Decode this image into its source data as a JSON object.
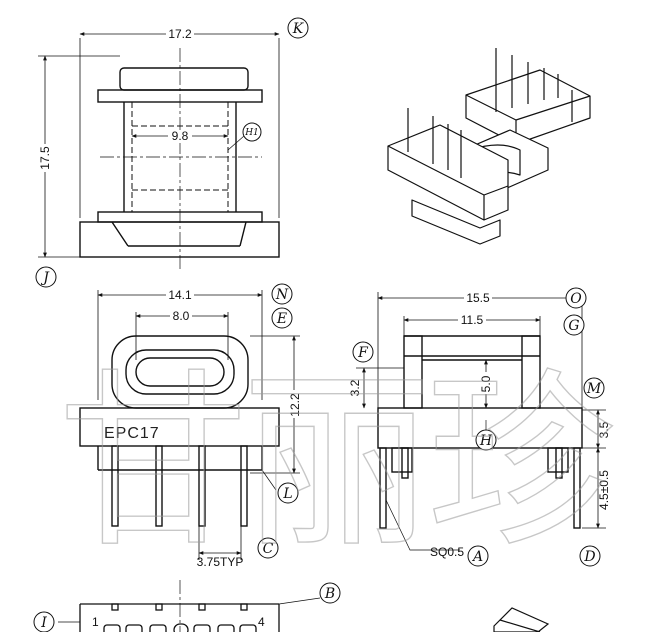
{
  "dimensions": {
    "top_width": "17.2",
    "top_height": "17.5",
    "core_width": "9.8",
    "front_width": "14.1",
    "front_inner": "8.0",
    "front_height": "12.2",
    "pin_pitch": "3.75TYP",
    "side_width": "15.5",
    "side_inner": "11.5",
    "side_left_height": "3.2",
    "side_center_height": "5.0",
    "flange_height": "3.5",
    "pin_length": "4.5±0.5",
    "pin_size": "SQ0.5"
  },
  "part_label": "EPC17",
  "reference_tags": [
    "K",
    "H1",
    "J",
    "N",
    "E",
    "L",
    "C",
    "O",
    "G",
    "F",
    "M",
    "H",
    "A",
    "D",
    "B",
    "I"
  ],
  "pin_numbers": [
    "1",
    "4"
  ],
  "watermark": "甘丽珍"
}
